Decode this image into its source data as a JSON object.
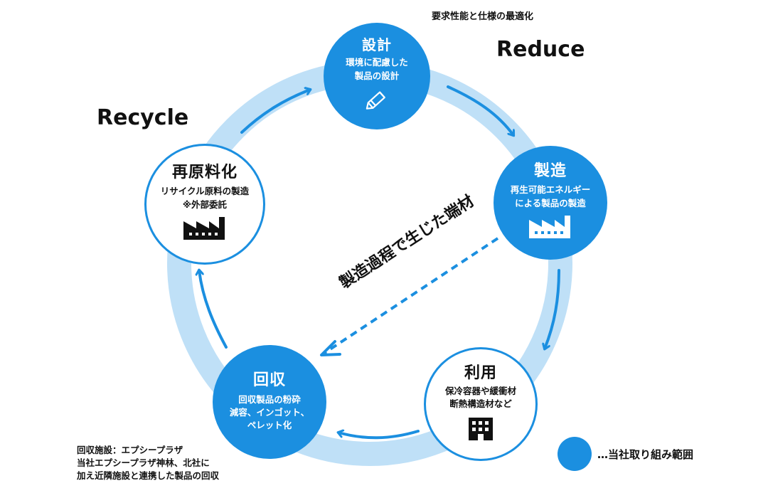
{
  "header_note": "要求性能と仕様の最適化",
  "phases": {
    "reduce": "Reduce",
    "recycle": "Recycle"
  },
  "nodes": {
    "design": {
      "title": "設計",
      "desc": [
        "環境に配慮した",
        "製品の設計"
      ],
      "icon": "pencil-icon"
    },
    "manufacture": {
      "title": "製造",
      "desc": [
        "再生可能エネルギー",
        "による製品の製造"
      ],
      "icon": "factory-icon"
    },
    "use": {
      "title": "利用",
      "desc": [
        "保冷容器や緩衝材",
        "断熱構造材など"
      ],
      "icon": "building-icon"
    },
    "collect": {
      "title": "回収",
      "desc": [
        "回収製品の粉砕",
        "減容、インゴット、",
        "ペレット化"
      ]
    },
    "remake": {
      "title": "再原料化",
      "desc": [
        "リサイクル原料の製造",
        "※外部委託"
      ],
      "icon": "factory-icon"
    }
  },
  "scrap_label": "製造過程で生じた端材",
  "facility_note": [
    "回収施設：エプシープラザ",
    "当社エプシープラザ神林、北社に",
    "加え近隣施設と連携した製品の回収"
  ],
  "legend_label": "…当社取り組み範囲",
  "colors": {
    "accent": "#1b8fe0",
    "ring": "#bfe0f7",
    "arrow": "#1b8fe0"
  }
}
